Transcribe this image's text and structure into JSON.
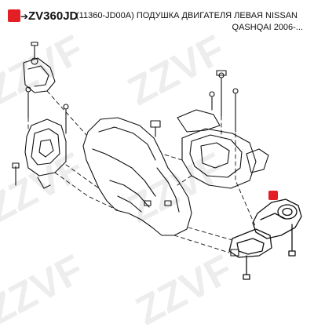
{
  "header": {
    "code": "ZV360JD",
    "arrow": "➔",
    "description_line1": "(11360-JD00A) ПОДУШКА ДВИГАТЕЛЯ ЛЕВАЯ NISSAN",
    "description_line2": "QASHQAI 2006-...",
    "marker_color": "#e31e24"
  },
  "watermark": "ZZVF"
}
